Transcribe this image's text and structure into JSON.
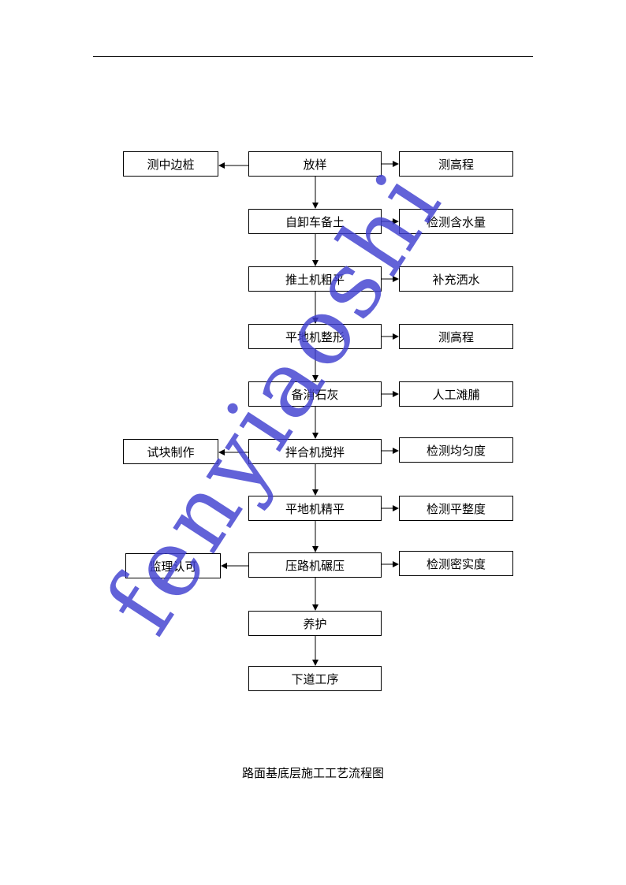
{
  "main_flow": [
    "放样",
    "自卸车备土",
    "推土机粗平",
    "平地机整形",
    "备消石灰",
    "拌合机搅拌",
    "平地机精平",
    "压路机碾压",
    "养护",
    "下道工序"
  ],
  "right_checks": [
    "测高程",
    "检测含水量",
    "补充洒水",
    "测高程",
    "人工滩脯",
    "检测均匀度",
    "检测平整度",
    "检测密实度"
  ],
  "left_notes": [
    "测中边桩",
    "试块制作",
    "监理认可"
  ],
  "caption": "路面基底层施工工艺流程图",
  "watermark": "fenyiaoshi"
}
